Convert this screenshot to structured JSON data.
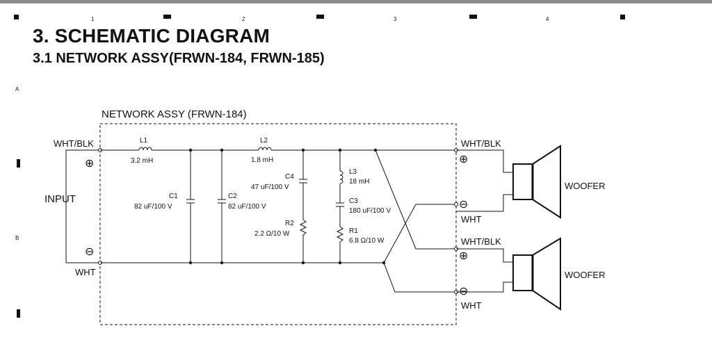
{
  "title": "3. SCHEMATIC DIAGRAM",
  "subtitle": "3.1  NETWORK ASSY(FRWN-184, FRWN-185)",
  "margin_marks": {
    "cols": [
      "1",
      "2",
      "3",
      "4"
    ],
    "rows": [
      "A",
      "B"
    ]
  },
  "assembly_label": "NETWORK ASSY (FRWN-184)",
  "input": {
    "label": "INPUT",
    "plus_wire": "WHT/BLK",
    "minus_wire": "WHT",
    "plus_sym": "⊕",
    "minus_sym": "⊖"
  },
  "components": {
    "L1": {
      "ref": "L1",
      "value": "3.2 mH"
    },
    "L2": {
      "ref": "L2",
      "value": "1.8 mH"
    },
    "L3": {
      "ref": "L3",
      "value": "18 mH"
    },
    "C1": {
      "ref": "C1",
      "value": "82 uF/100 V"
    },
    "C2": {
      "ref": "C2",
      "value": "82 uF/100 V"
    },
    "C3": {
      "ref": "C3",
      "value": "180 uF/100 V"
    },
    "C4": {
      "ref": "C4",
      "value": "47 uF/100 V"
    },
    "R1": {
      "ref": "R1",
      "value": "6.8 Ω/10 W"
    },
    "R2": {
      "ref": "R2",
      "value": "2.2 Ω/10 W"
    }
  },
  "outputs": [
    {
      "plus_wire": "WHT/BLK",
      "minus_wire": "WHT",
      "speaker": "WOOFER"
    },
    {
      "plus_wire": "WHT/BLK",
      "minus_wire": "WHT",
      "speaker": "WOOFER"
    }
  ]
}
